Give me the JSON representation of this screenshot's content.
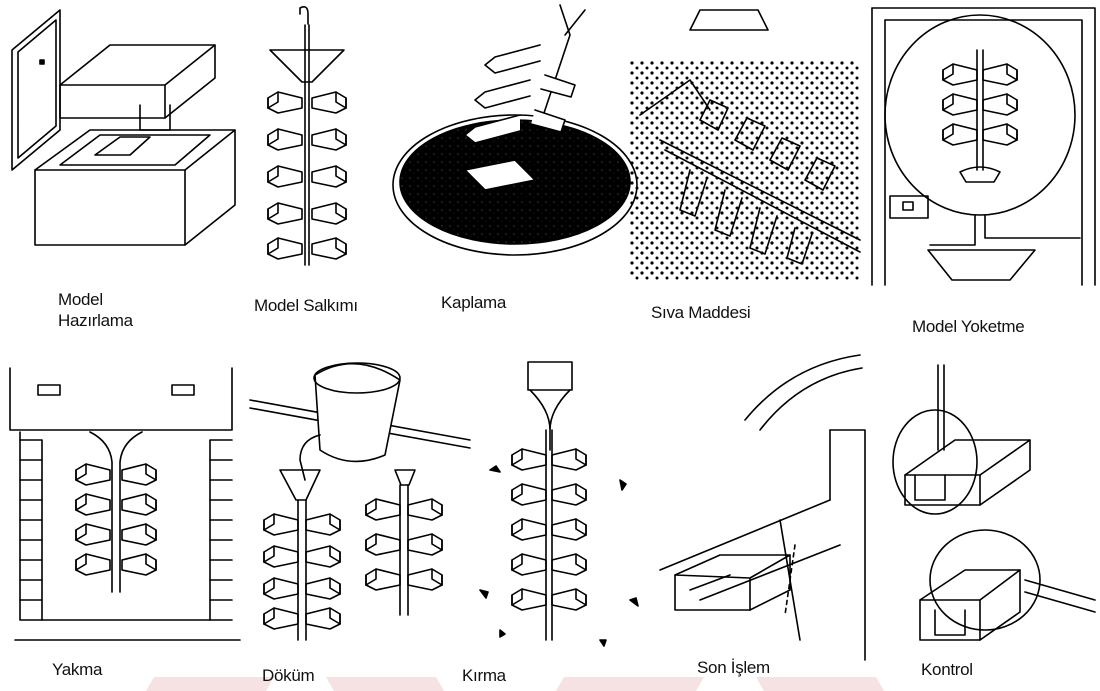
{
  "top_row": [
    {
      "id": "model-hazirlama",
      "label": [
        "Model",
        "Hazırlama"
      ],
      "icon": "mold-box-icon"
    },
    {
      "id": "model-salkimi",
      "label": [
        "Model Salkımı"
      ],
      "icon": "wax-tree-icon"
    },
    {
      "id": "kaplama",
      "label": [
        "Kaplama"
      ],
      "icon": "slurry-dip-icon"
    },
    {
      "id": "siva-maddesi",
      "label": [
        "Sıva Maddesi"
      ],
      "icon": "stucco-icon"
    },
    {
      "id": "model-yoketme",
      "label": [
        "Model Yoketme"
      ],
      "icon": "autoclave-icon"
    }
  ],
  "bottom_row": [
    {
      "id": "yakma",
      "label": [
        "Yakma"
      ],
      "icon": "furnace-icon"
    },
    {
      "id": "dokum",
      "label": [
        "Döküm"
      ],
      "icon": "pouring-ladle-icon"
    },
    {
      "id": "kirma",
      "label": [
        "Kırma"
      ],
      "icon": "knockout-icon"
    },
    {
      "id": "son-islem",
      "label": [
        "Son İşlem"
      ],
      "icon": "cutoff-wheel-icon"
    },
    {
      "id": "kontrol",
      "label": [
        "Kontrol"
      ],
      "icon": "inspection-icon"
    }
  ],
  "colors": {
    "ink": "#000000",
    "paper": "#ffffff",
    "watermark": "#f4dede"
  }
}
